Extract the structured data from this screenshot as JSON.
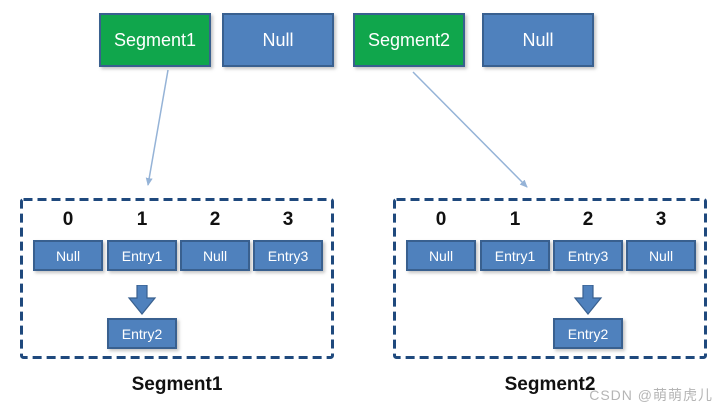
{
  "diagram": {
    "top_row": [
      {
        "label": "Segment1",
        "kind": "segment"
      },
      {
        "label": "Null",
        "kind": "null"
      },
      {
        "label": "Segment2",
        "kind": "segment"
      },
      {
        "label": "Null",
        "kind": "null"
      }
    ],
    "tables": [
      {
        "caption": "Segment1",
        "indices": [
          "0",
          "1",
          "2",
          "3"
        ],
        "slots": [
          "Null",
          "Entry1",
          "Null",
          "Entry3"
        ],
        "linked_slot_index": "1",
        "linked_entry": "Entry2"
      },
      {
        "caption": "Segment2",
        "indices": [
          "0",
          "1",
          "2",
          "3"
        ],
        "slots": [
          "Null",
          "Entry1",
          "Entry3",
          "Null"
        ],
        "linked_slot_index": "2",
        "linked_entry": "Entry2"
      }
    ],
    "watermark": "CSDN @萌萌虎儿"
  },
  "colors": {
    "segment_fill": "#10a64c",
    "null_fill": "#4f81bd",
    "box_border": "#39608f",
    "dashed_border": "#1f497d",
    "pointer_arrow": "#95b3d7",
    "block_arrow_fill": "#4f81bd",
    "caption_text": "#111111",
    "watermark_text": "#b5b5b5"
  }
}
